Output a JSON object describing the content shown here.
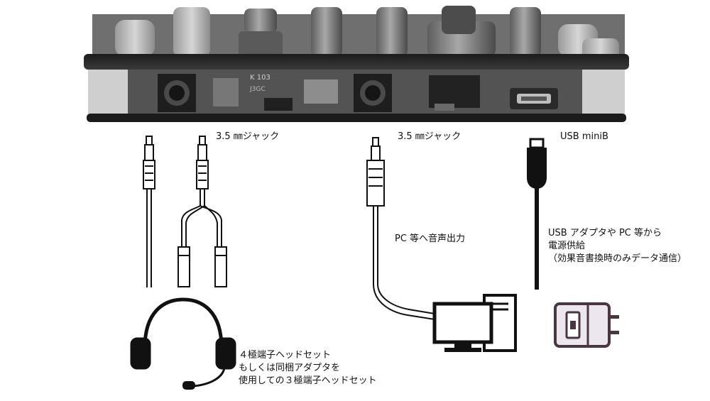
{
  "labels": {
    "jack_left": "3.5 ㎜ジャック",
    "jack_right": "3.5 ㎜ジャック",
    "usb": "USB miniB",
    "pc_output": "PC 等へ音声出力",
    "power_lines": [
      "USB アダプタや PC 等から",
      "電源供給",
      "（効果音書換時のみデータ通信）"
    ],
    "headset_lines": [
      "４極端子ヘッドセット",
      "もしくは同梱アダプタを",
      "使用しての３極端子ヘッドセット"
    ]
  },
  "board_print": [
    "K 103",
    "J3GC"
  ],
  "colors": {
    "outline": "#111111",
    "board_dark": "#2b2b2b",
    "knob_gray": "#8a8a8a",
    "charger_fill": "#ece7ee",
    "charger_stroke": "#4a3542"
  }
}
